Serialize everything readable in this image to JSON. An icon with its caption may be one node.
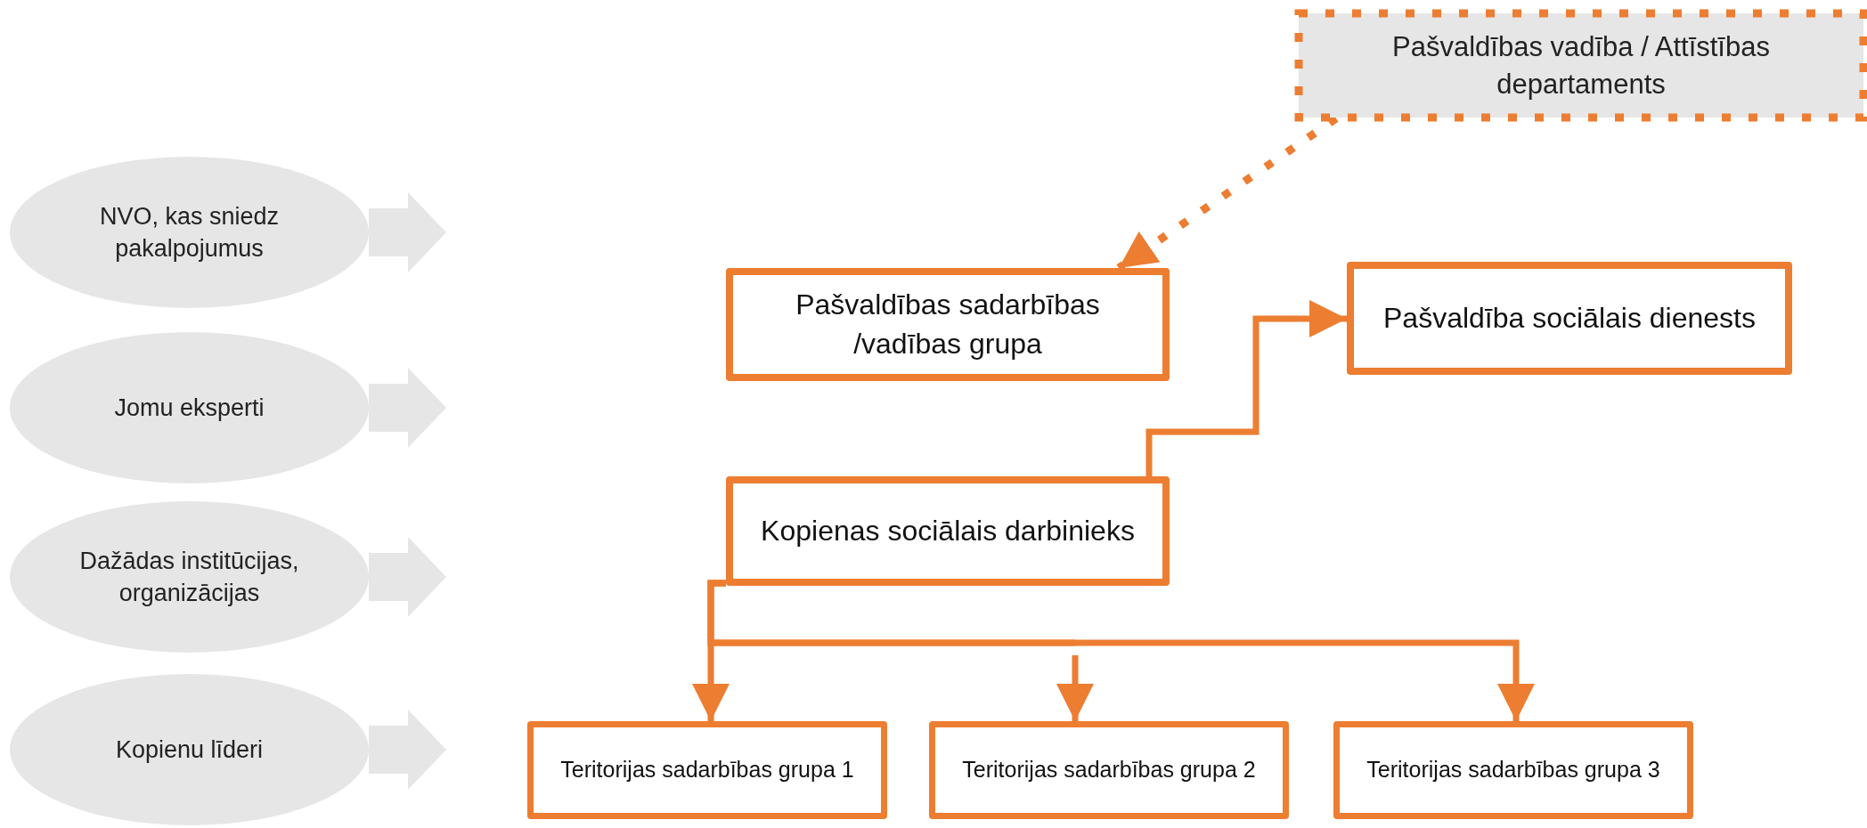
{
  "diagram": {
    "nodes": [
      {
        "text": [
          "NVO, kas sniedz pakalpojumus"
        ]
      },
      {
        "text": [
          "Jomu eksperti"
        ]
      },
      {
        "text": [
          "Dažādas institūcijas, organizācijas"
        ]
      },
      {
        "text": [
          "Kopienu līderi"
        ]
      },
      {
        "text": [
          "Pašvaldības vadība / Attīstības departaments"
        ]
      },
      {
        "text": [
          "Pašvaldības sadarbības /vadības grupa"
        ]
      },
      {
        "text": [
          "Pašvaldība sociālais dienests"
        ]
      },
      {
        "text": [
          "Kopienas sociālais darbinieks"
        ]
      },
      {
        "text": [
          "Teritorijas sadarbības grupa 1"
        ]
      },
      {
        "text": [
          "Teritorijas sadarbības grupa 2"
        ]
      },
      {
        "text": [
          "Teritorijas sadarbības grupa 3"
        ]
      }
    ],
    "edges": [
      {
        "from": 0,
        "to": null,
        "arrow": "to",
        "style": "thick"
      },
      {
        "from": 1,
        "to": null,
        "arrow": "to",
        "style": "thick"
      },
      {
        "from": 2,
        "to": null,
        "arrow": "to",
        "style": "thick"
      },
      {
        "from": 3,
        "to": null,
        "arrow": "to",
        "style": "thick"
      },
      {
        "from": 4,
        "to": 5,
        "arrow": "to",
        "style": "dashed"
      },
      {
        "from": 7,
        "to": 6,
        "arrow": "to"
      },
      {
        "from": 7,
        "to": 8,
        "arrow": "to"
      },
      {
        "from": 7,
        "to": 9,
        "arrow": "to"
      },
      {
        "from": 7,
        "to": 10,
        "arrow": "to"
      }
    ]
  }
}
